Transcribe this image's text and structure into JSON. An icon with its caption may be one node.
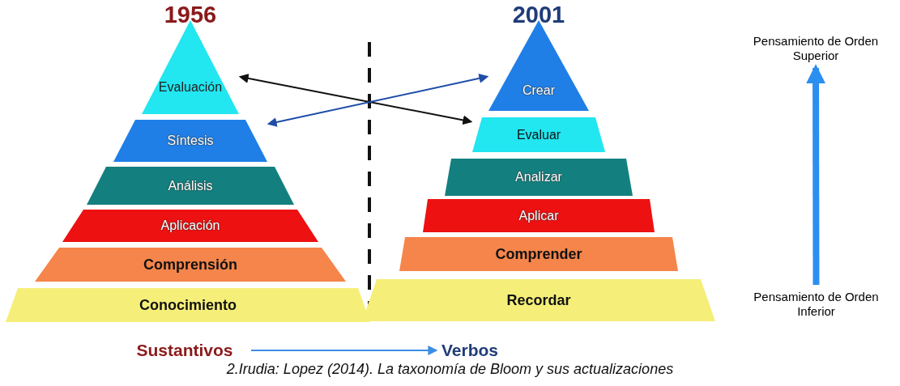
{
  "diagram": {
    "caption": "2.Irudia: Lopez (2014). La taxonomía de Bloom y sus actualizaciones",
    "nodes": [
      {
        "text": [
          "Evaluación"
        ]
      },
      {
        "text": [
          "Síntesis"
        ]
      },
      {
        "text": [
          "Análisis"
        ]
      },
      {
        "text": [
          "Aplicación"
        ]
      },
      {
        "text": [
          "Comprensión"
        ]
      },
      {
        "text": [
          "Conocimiento"
        ]
      },
      {
        "text": [
          "Crear"
        ]
      },
      {
        "text": [
          "Evaluar"
        ]
      },
      {
        "text": [
          "Analizar"
        ]
      },
      {
        "text": [
          "Aplicar"
        ]
      },
      {
        "text": [
          "Comprender"
        ]
      },
      {
        "text": [
          "Recordar"
        ]
      },
      {
        "text": [
          "Sustantivos"
        ]
      },
      {
        "text": [
          "Verbos"
        ]
      },
      {
        "text": [
          "Pensamiento de Orden Superior"
        ]
      },
      {
        "text": [
          "Pensamiento de Orden Inferior"
        ]
      }
    ],
    "edges": [
      {
        "from": 0,
        "to": 7,
        "arrow": "both",
        "color": "#111111"
      },
      {
        "from": 1,
        "to": 6,
        "arrow": "both",
        "color": "#1f4ea8"
      },
      {
        "from": 12,
        "to": 13,
        "arrow": "to",
        "color": "#3a8ee6"
      },
      {
        "from": 15,
        "to": 14,
        "arrow": "to",
        "style": "thick",
        "color": "#2b8ff0"
      }
    ],
    "labels": [
      "1956",
      "2001"
    ]
  }
}
